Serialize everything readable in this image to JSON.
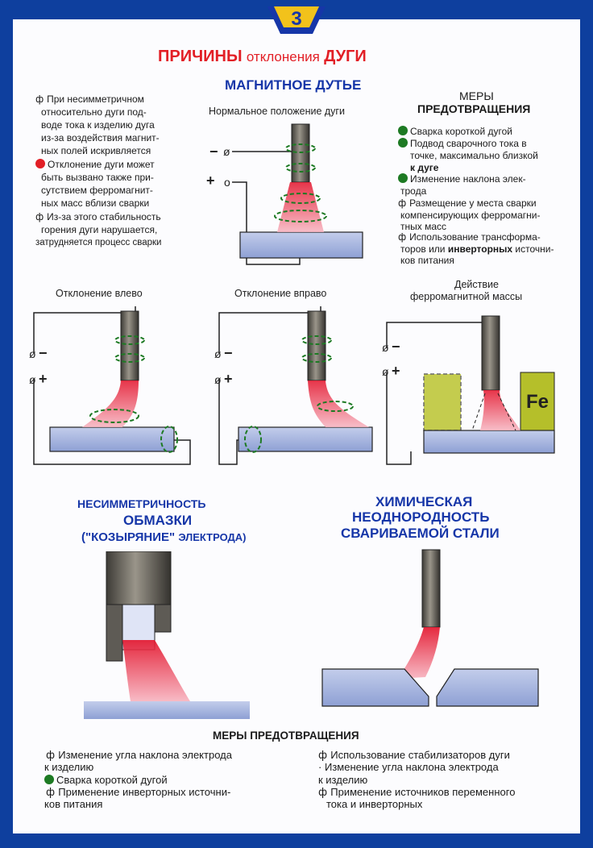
{
  "badge": "3",
  "title": {
    "part1": "ПРИЧИНЫ",
    "part2": "отклонения",
    "part3": "ДУГИ"
  },
  "magnetic": {
    "heading": "МАГНИТНОЕ ДУТЬЕ",
    "normal_caption": "Нормальное положение дуги",
    "left_text": [
      {
        "bullet": "ф",
        "text": "При несимметричном"
      },
      {
        "bullet": "",
        "text": "относительно дуги под-"
      },
      {
        "bullet": "",
        "text": "воде тока к изделию дуга"
      },
      {
        "bullet": "",
        "text": "из-за воздействия магнит-"
      },
      {
        "bullet": "",
        "text": "ных полей искривляется"
      },
      {
        "bullet": "red",
        "text": "Отклонение дуги может"
      },
      {
        "bullet": "",
        "text": "быть вызвано также при-"
      },
      {
        "bullet": "",
        "text": "сутствием ферромагнит-"
      },
      {
        "bullet": "",
        "text": "ных масс вблизи сварки"
      },
      {
        "bullet": "ф",
        "text": "Из-за этого стабильность"
      },
      {
        "bullet": "",
        "text": "горения дуги нарушается,"
      },
      {
        "bullet": "",
        "text": "затрудняется процесс сварки"
      }
    ],
    "measures_title_1": "МЕРЫ",
    "measures_title_2": "ПРЕДОТВРАЩЕНИЯ",
    "measures": [
      {
        "bullet": "green",
        "text": "Сварка короткой дугой"
      },
      {
        "bullet": "green",
        "text": "Подвод сварочного тока в"
      },
      {
        "bullet": "",
        "text": "точке, максимально близкой"
      },
      {
        "bullet": "",
        "text": "к дуге",
        "bold": true
      },
      {
        "bullet": "green",
        "text": "Изменение наклона элек-"
      },
      {
        "bullet": "",
        "text": "трода"
      },
      {
        "bullet": "ф",
        "text": "Размещение у места сварки"
      },
      {
        "bullet": "",
        "text": "компенсирующих ферромагни-"
      },
      {
        "bullet": "",
        "text": "тных масс"
      },
      {
        "bullet": "ф",
        "text": "Использование трансформа-"
      },
      {
        "bullet": "",
        "text": "торов или инверторных источни-"
      },
      {
        "bullet": "",
        "text": "ков питания"
      }
    ],
    "cap_left": "Отклонение влево",
    "cap_right": "Отклонение вправо",
    "cap_ferro_1": "Действие",
    "cap_ferro_2": "ферромагнитной массы",
    "minus": "−",
    "plus": "+",
    "fe": "Fe"
  },
  "coating": {
    "line1": "НЕСИММЕТРИЧНОСТЬ",
    "line2": "ОБМАЗКИ",
    "line3a": "(\"КОЗЫРЯНИЕ\"",
    "line3b": "ЭЛЕКТРОДА)"
  },
  "chemical": {
    "line1": "ХИМИЧЕСКАЯ",
    "line2": "НЕОДНОРОДНОСТЬ",
    "line3": "СВАРИВАЕМОЙ СТАЛИ"
  },
  "bottom": {
    "title": "МЕРЫ ПРЕДОТВРАЩЕНИЯ",
    "left": [
      {
        "bullet": "ф",
        "text": "Изменение угла наклона электрода"
      },
      {
        "bullet": "",
        "text": "к изделию"
      },
      {
        "bullet": "green",
        "text": "Сварка короткой дугой"
      },
      {
        "bullet": "ф",
        "text": "Применение инверторных источни-"
      },
      {
        "bullet": "",
        "text": "ков питания"
      }
    ],
    "right": [
      {
        "bullet": "ф",
        "text": "Использование стабилизаторов дуги"
      },
      {
        "bullet": "·",
        "text": "Изменение угла наклона электрода"
      },
      {
        "bullet": "",
        "text": "к изделию"
      },
      {
        "bullet": "ф",
        "text": "Применение источников переменного"
      },
      {
        "bullet": "",
        "text": "тока и инверторных"
      }
    ]
  },
  "colors": {
    "frame": "#0e3f9e",
    "red": "#e21f26",
    "blue": "#1636a8",
    "plate": "#a9b8e0",
    "green": "#1d7a23",
    "fe": "#b5bf2a"
  }
}
